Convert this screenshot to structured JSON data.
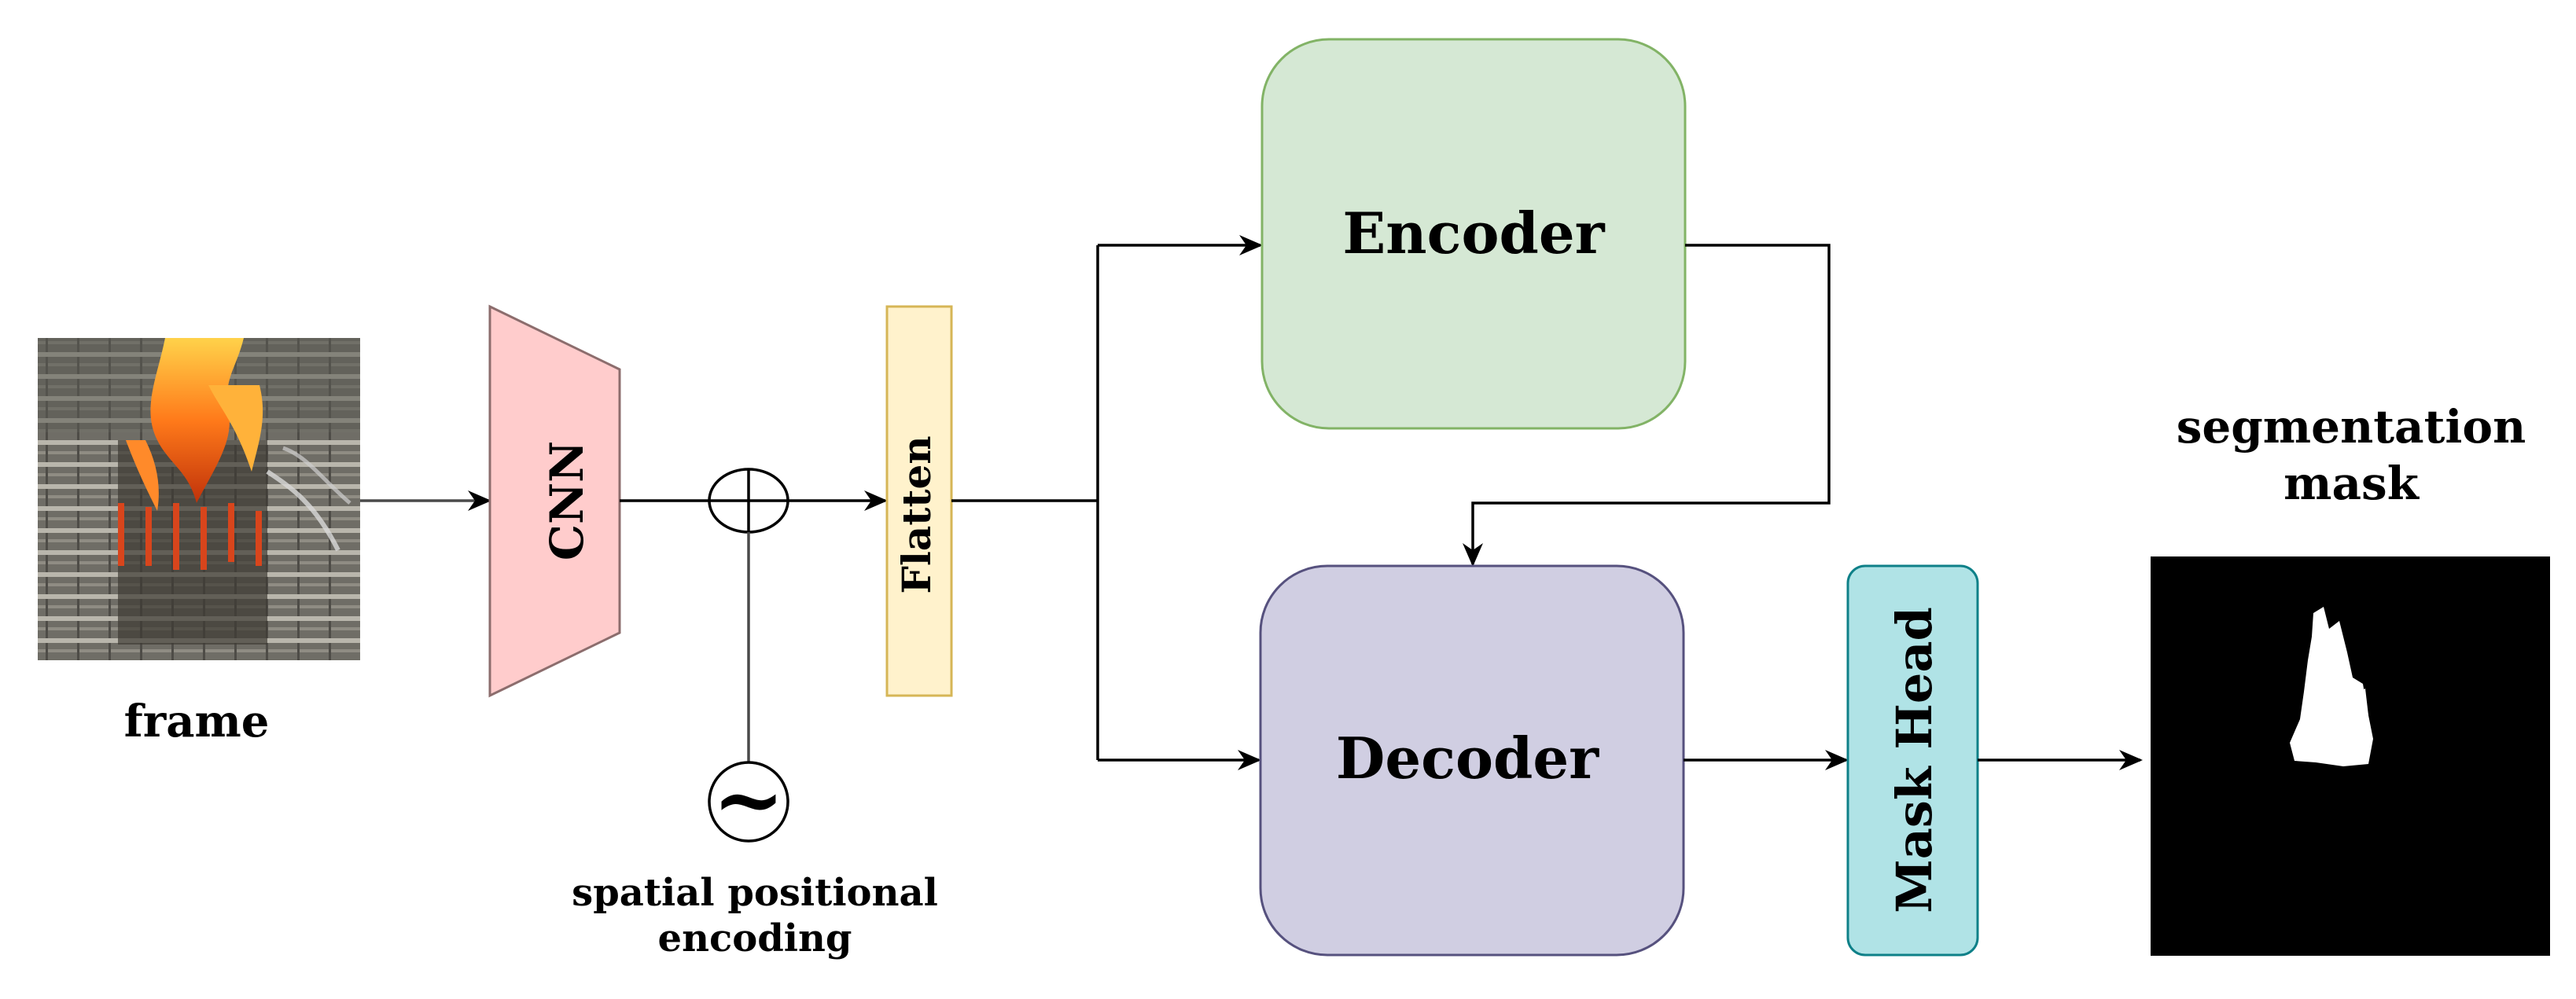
{
  "labels": {
    "frame": "frame",
    "cnn": "CNN",
    "flatten": "Flatten",
    "encoder": "Encoder",
    "decoder": "Decoder",
    "mask_head": "Mask Head",
    "spe_line1": "spatial positional",
    "spe_line2": "encoding",
    "seg_line1": "segmentation",
    "seg_line2": "mask",
    "sine_symbol": "~"
  },
  "colors": {
    "cnn_fill": "#ffcccc",
    "cnn_stroke": "#8c6d6d",
    "flatten_fill": "#fff2cc",
    "flatten_stroke": "#d6b656",
    "encoder_fill": "#d5e8d4",
    "encoder_stroke": "#82b366",
    "decoder_fill": "#d0cee2",
    "decoder_stroke": "#56517e",
    "mask_head_fill": "#b0e3e6",
    "mask_head_stroke": "#0e8088",
    "mask_background": "#000000",
    "mask_region": "#ffffff"
  },
  "icons": {
    "input_frame": "fire-scene-photo-icon",
    "adder": "circle-plus-icon",
    "sine": "sine-wave-icon",
    "output_mask": "segmentation-mask-image"
  }
}
